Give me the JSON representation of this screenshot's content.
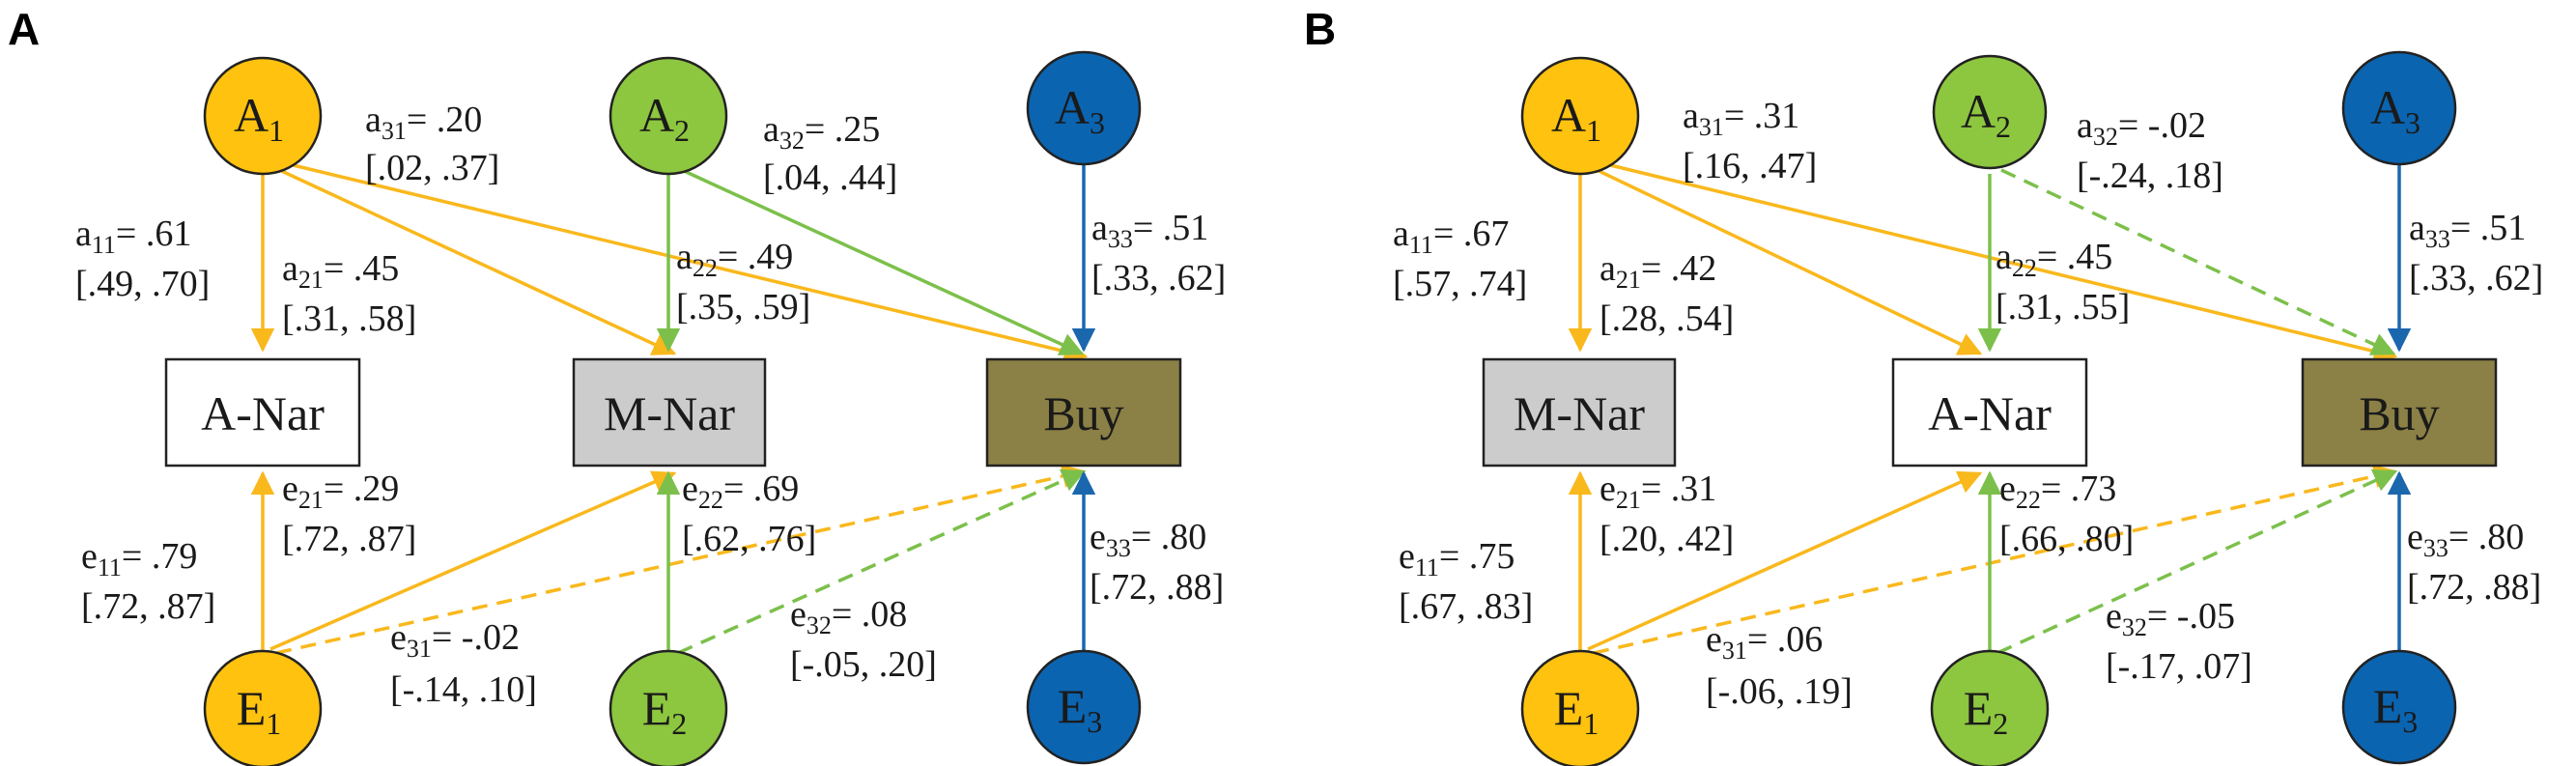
{
  "colors": {
    "a1_e1": "#FFC20E",
    "a2_e2": "#8DC63F",
    "a3_e3": "#0B64B0",
    "buy_box": "#8B8045",
    "m_nar_box": "#CCCCCC",
    "a_nar_box": "#FFFFFF",
    "orange_path": "#F9B81C",
    "green_path": "#7CC04B",
    "blue_path": "#1A67AE"
  },
  "panels": [
    {
      "letter": "A",
      "nodes": {
        "A1": {
          "base": "A",
          "sub": "1"
        },
        "A2": {
          "base": "A",
          "sub": "2"
        },
        "A3": {
          "base": "A",
          "sub": "3"
        },
        "E1": {
          "base": "E",
          "sub": "1"
        },
        "E2": {
          "base": "E",
          "sub": "2"
        },
        "E3": {
          "base": "E",
          "sub": "3"
        },
        "box1": "A-Nar",
        "box2": "M-Nar",
        "box3": "Buy"
      },
      "coefficients": {
        "a31": {
          "base": "a",
          "sub": "31",
          "value": "= .20",
          "ci": "[.02, .37]"
        },
        "a32": {
          "base": "a",
          "sub": "32",
          "value": "= .25",
          "ci": "[.04, .44]"
        },
        "a11": {
          "base": "a",
          "sub": "11",
          "value": "= .61",
          "ci": "[.49, .70]"
        },
        "a21": {
          "base": "a",
          "sub": "21",
          "value": "= .45",
          "ci": "[.31, .58]"
        },
        "a22": {
          "base": "a",
          "sub": "22",
          "value": "= .49",
          "ci": "[.35, .59]"
        },
        "a33": {
          "base": "a",
          "sub": "33",
          "value": "= .51",
          "ci": "[.33, .62]"
        },
        "e21": {
          "base": "e",
          "sub": "21",
          "value": "= .29",
          "ci": "[.72, .87]"
        },
        "e22": {
          "base": "e",
          "sub": "22",
          "value": "= .69",
          "ci": "[.62, .76]"
        },
        "e11": {
          "base": "e",
          "sub": "11",
          "value": "= .79",
          "ci": "[.72, .87]"
        },
        "e33": {
          "base": "e",
          "sub": "33",
          "value": "= .80",
          "ci": "[.72, .88]"
        },
        "e31": {
          "base": "e",
          "sub": "31",
          "value": "= -.02",
          "ci": "[-.14, .10]"
        },
        "e32": {
          "base": "e",
          "sub": "32",
          "value": "= .08",
          "ci": "[-.05, .20]"
        }
      }
    },
    {
      "letter": "B",
      "nodes": {
        "A1": {
          "base": "A",
          "sub": "1"
        },
        "A2": {
          "base": "A",
          "sub": "2"
        },
        "A3": {
          "base": "A",
          "sub": "3"
        },
        "E1": {
          "base": "E",
          "sub": "1"
        },
        "E2": {
          "base": "E",
          "sub": "2"
        },
        "E3": {
          "base": "E",
          "sub": "3"
        },
        "box1": "M-Nar",
        "box2": "A-Nar",
        "box3": "Buy"
      },
      "coefficients": {
        "a31": {
          "base": "a",
          "sub": "31",
          "value": "= .31",
          "ci": "[.16, .47]"
        },
        "a32": {
          "base": "a",
          "sub": "32",
          "value": "= -.02",
          "ci": "[-.24, .18]"
        },
        "a11": {
          "base": "a",
          "sub": "11",
          "value": "= .67",
          "ci": "[.57, .74]"
        },
        "a21": {
          "base": "a",
          "sub": "21",
          "value": "= .42",
          "ci": "[.28, .54]"
        },
        "a22": {
          "base": "a",
          "sub": "22",
          "value": "= .45",
          "ci": "[.31, .55]"
        },
        "a33": {
          "base": "a",
          "sub": "33",
          "value": "= .51",
          "ci": "[.33, .62]"
        },
        "e21": {
          "base": "e",
          "sub": "21",
          "value": "= .31",
          "ci": "[.20, .42]"
        },
        "e22": {
          "base": "e",
          "sub": "22",
          "value": "= .73",
          "ci": "[.66, .80]"
        },
        "e11": {
          "base": "e",
          "sub": "11",
          "value": "= .75",
          "ci": "[.67, .83]"
        },
        "e33": {
          "base": "e",
          "sub": "33",
          "value": "= .80",
          "ci": "[.72, .88]"
        },
        "e31": {
          "base": "e",
          "sub": "31",
          "value": "= .06",
          "ci": "[-.06, .19]"
        },
        "e32": {
          "base": "e",
          "sub": "32",
          "value": "= -.05",
          "ci": "[-.17, .07]"
        }
      }
    }
  ]
}
